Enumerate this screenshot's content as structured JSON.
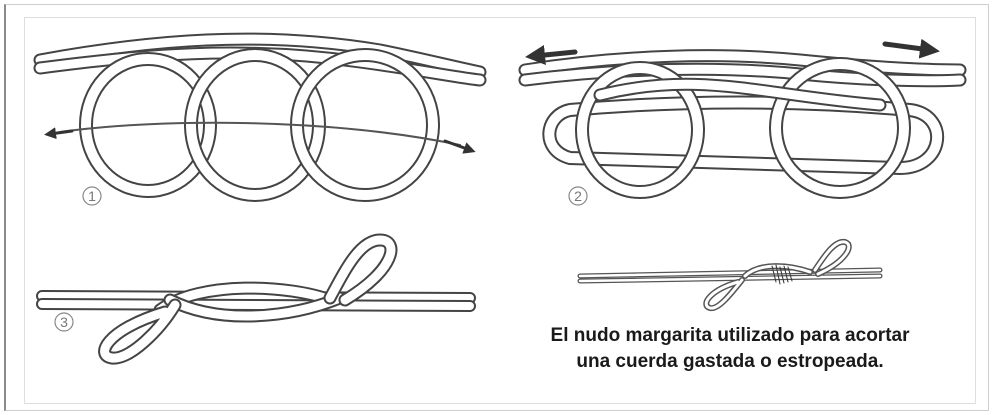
{
  "figure": {
    "step_labels": [
      "1",
      "2",
      "3"
    ],
    "caption_line1": "El nudo margarita utilizado para acortar",
    "caption_line2": "una cuerda gastada o estropeada."
  }
}
